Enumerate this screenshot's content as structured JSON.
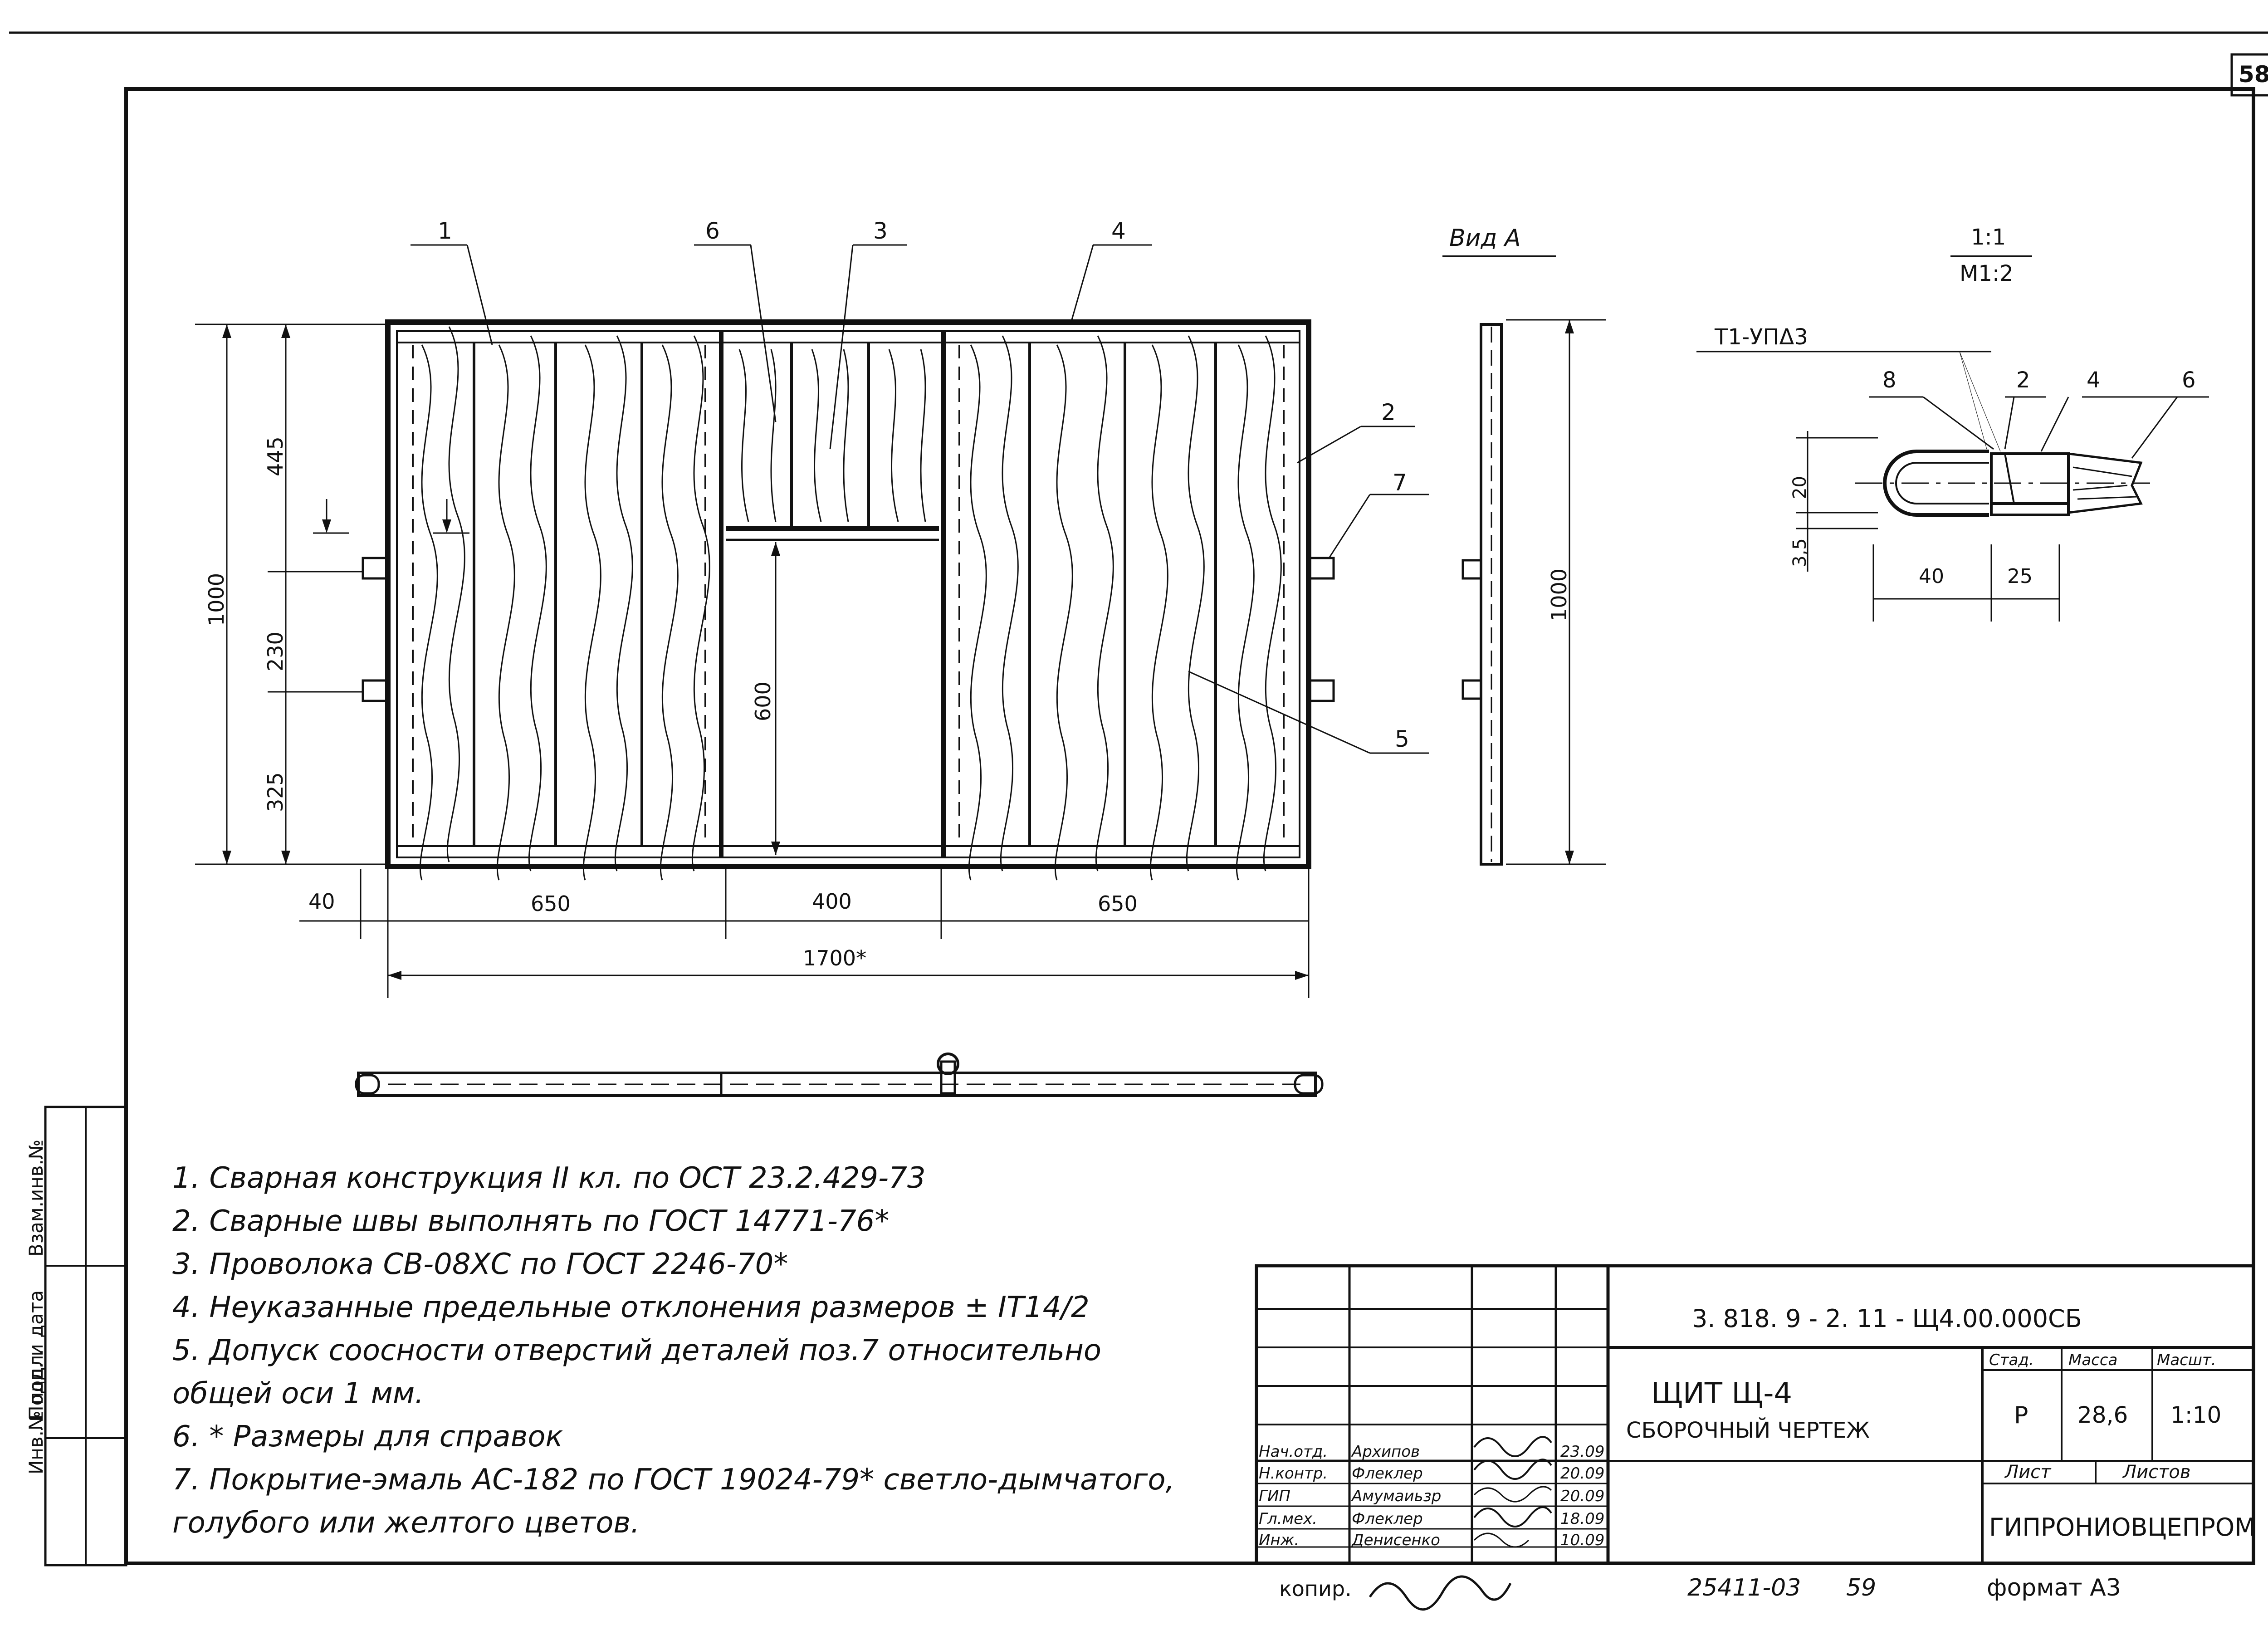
{
  "sheet": {
    "page_number": "58",
    "bottom_code": "25411-03",
    "bottom_page": "59",
    "copy_label": "копир.",
    "format": "формат А3",
    "side_stamp": [
      "Инв.№ подл.",
      "Подп. и дата",
      "Взам.инв.№"
    ]
  },
  "drawing": {
    "position_labels": [
      "1",
      "6",
      "3",
      "4",
      "2",
      "7",
      "5",
      "8",
      "2",
      "4",
      "6"
    ],
    "view_label": "Вид А",
    "scale_labels": [
      "1:1",
      "М1:2"
    ],
    "weld_label": "Т1-УПΔ3",
    "dims_front": [
      "445",
      "230",
      "325",
      "1000",
      "600",
      "40",
      "650",
      "400",
      "650",
      "1700*"
    ],
    "dims_side": [
      "1000"
    ],
    "dims_detail": [
      "20",
      "3,5",
      "40",
      "25"
    ]
  },
  "notes": [
    "1. Сварная конструкция II кл. по ОСТ 23.2.429-73",
    "2. Сварные швы выполнять по ГОСТ 14771-76*",
    "3. Проволока СВ-08ХС по ГОСТ 2246-70*",
    "4. Неуказанные предельные отклонения размеров ± IT14/2",
    "5. Допуск соосности отверстий деталей поз.7 относительно",
    "   общей оси 1 мм.",
    "6. * Размеры для справок",
    "7. Покрытие-эмаль АС-182 по ГОСТ 19024-79* светло-дымчатого,",
    "   голубого или желтого цветов."
  ],
  "title_block": {
    "doc_code": "3. 818. 9 - 2. 11 -   Щ4.00.000СБ",
    "name_line1": "ЩИТ   Щ-4",
    "name_line2": "СБОРОЧНЫЙ  ЧЕРТЕЖ",
    "headers": [
      "Стад.",
      "Масса",
      "Масшт."
    ],
    "stage": "Р",
    "mass": "28,6",
    "scale": "1:10",
    "sheet_label": "Лист",
    "sheets_label": "Листов",
    "org": "ГИПРОНИОВЦЕПРОМ",
    "signers": [
      {
        "role": "Нач.отд.",
        "name": "Архипов",
        "date": "23.09"
      },
      {
        "role": "Н.контр.",
        "name": "Флеклер",
        "date": "20.09"
      },
      {
        "role": "ГИП",
        "name": "Амумаиьзр",
        "date": "20.09"
      },
      {
        "role": "Гл.мех.",
        "name": "Флеклер",
        "date": "18.09"
      },
      {
        "role": "Инж.",
        "name": "Денисенко",
        "date": "10.09"
      }
    ]
  },
  "colors": {
    "ink": "#111111",
    "paper": "#ffffff"
  }
}
